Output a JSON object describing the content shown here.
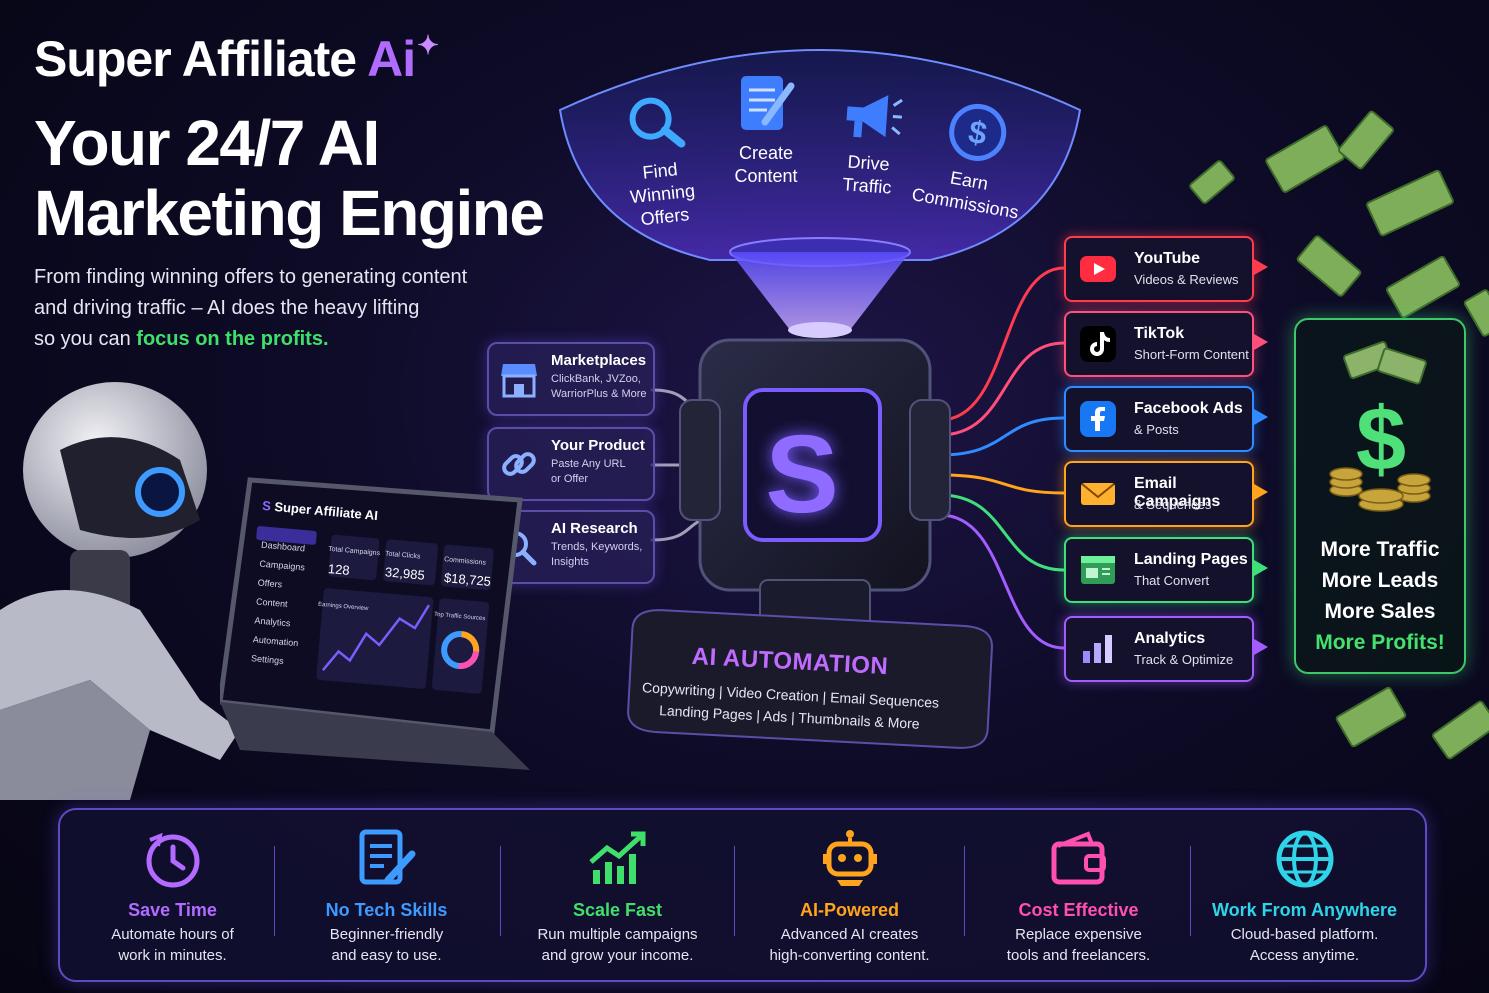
{
  "brand": {
    "name": "Super Affiliate",
    "ai": "Ai"
  },
  "headline": {
    "line1": "Your 24/7 AI",
    "line2": "Marketing Engine"
  },
  "subtext": {
    "line1": "From finding winning offers to generating content",
    "line2": "and driving traffic – AI does the heavy lifting",
    "line3_pre": "so you can ",
    "line3_highlight": "focus on the profits."
  },
  "funnel_steps": [
    {
      "line1": "Find",
      "line2": "Winning Offers",
      "icon": "search-icon"
    },
    {
      "line1": "Create",
      "line2": "Content",
      "icon": "document-edit-icon"
    },
    {
      "line1": "Drive",
      "line2": "Traffic",
      "icon": "megaphone-icon"
    },
    {
      "line1": "Earn",
      "line2": "Commissions",
      "icon": "dollar-coin-icon"
    }
  ],
  "inputs": [
    {
      "title": "Marketplaces",
      "desc1": "ClickBank, JVZoo,",
      "desc2": "WarriorPlus & More",
      "icon": "store-icon"
    },
    {
      "title": "Your Product",
      "desc1": "Paste Any URL",
      "desc2": "or Offer",
      "icon": "link-icon"
    },
    {
      "title": "AI Research",
      "desc1": "Trends, Keywords,",
      "desc2": "Insights",
      "icon": "magnifier-icon"
    }
  ],
  "machine": {
    "logo": "S"
  },
  "automation": {
    "title": "AI AUTOMATION",
    "line1": "Copywriting | Video Creation | Email Sequences",
    "line2": "Landing Pages | Ads | Thumbnails & More"
  },
  "channels": [
    {
      "title": "YouTube",
      "desc": "Videos & Reviews",
      "color": "#ff3b4e",
      "icon": "youtube-icon"
    },
    {
      "title": "TikTok",
      "desc": "Short-Form Content",
      "color": "#ff4f7a",
      "icon": "tiktok-icon"
    },
    {
      "title": "Facebook Ads",
      "desc": "& Posts",
      "color": "#2f8bff",
      "icon": "facebook-icon"
    },
    {
      "title": "Email Campaigns",
      "desc": "& Sequences",
      "color": "#ffa41c",
      "icon": "email-icon"
    },
    {
      "title": "Landing Pages",
      "desc": "That Convert",
      "color": "#3fe07a",
      "icon": "landing-page-icon"
    },
    {
      "title": "Analytics",
      "desc": "Track & Optimize",
      "color": "#a25cff",
      "icon": "analytics-icon"
    }
  ],
  "result": {
    "line1": "More Traffic",
    "line2": "More Leads",
    "line3": "More Sales",
    "line4": "More Profits!"
  },
  "laptop": {
    "app_title": "Super Affiliate AI",
    "nav": [
      "Dashboard",
      "Campaigns",
      "Offers",
      "Content",
      "Analytics",
      "Automation",
      "Settings"
    ],
    "stats": [
      {
        "label": "Total Campaigns",
        "value": "128"
      },
      {
        "label": "Total Clicks",
        "value": "32,985"
      },
      {
        "label": "Commissions",
        "value": "$18,725"
      }
    ],
    "chart_label": "Earnings Overview",
    "donut_label": "Top Traffic Sources"
  },
  "features": [
    {
      "title": "Save Time",
      "desc1": "Automate hours of",
      "desc2": "work in minutes.",
      "color": "#b36bff",
      "icon": "clock-icon"
    },
    {
      "title": "No Tech Skills",
      "desc1": "Beginner-friendly",
      "desc2": "and easy to use.",
      "color": "#3d9bff",
      "icon": "edit-document-icon"
    },
    {
      "title": "Scale Fast",
      "desc1": "Run multiple campaigns",
      "desc2": "and grow your income.",
      "color": "#3ee06a",
      "icon": "growth-chart-icon"
    },
    {
      "title": "AI-Powered",
      "desc1": "Advanced AI creates",
      "desc2": "high-converting content.",
      "color": "#ffa41c",
      "icon": "robot-icon"
    },
    {
      "title": "Cost Effective",
      "desc1": "Replace expensive",
      "desc2": "tools and freelancers.",
      "color": "#ff4fb0",
      "icon": "wallet-icon"
    },
    {
      "title": "Work From Anywhere",
      "desc1": "Cloud-based platform.",
      "desc2": "Access anytime.",
      "color": "#2fd4e8",
      "icon": "globe-icon"
    }
  ]
}
